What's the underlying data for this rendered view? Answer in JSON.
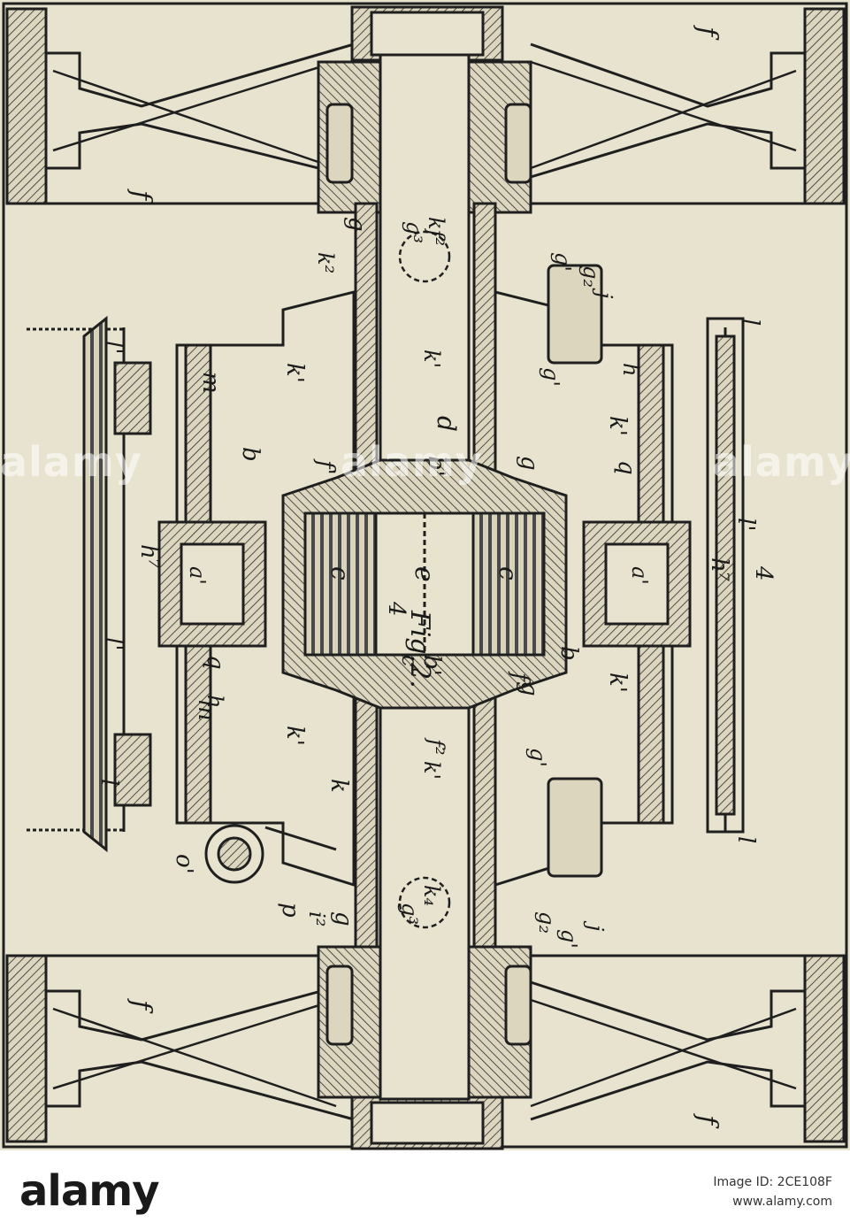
{
  "figure": {
    "caption": "Fig.2.",
    "section_mark_top": "4",
    "section_mark_bottom": "4",
    "labels": {
      "f": "f",
      "g": "g",
      "g1": "g'",
      "g2": "g₂",
      "g3": "g³",
      "k": "k",
      "k1": "k'",
      "k2": "k²",
      "kf2": "kf²",
      "k4": "k₄",
      "j": "j",
      "h": "h",
      "l": "l",
      "l1": "l'",
      "m": "m",
      "q": "q",
      "b": "b",
      "b1": "b'",
      "c": "c",
      "c1": "c'",
      "d": "d",
      "e": "e",
      "f1": "f'",
      "h7": "h⁷",
      "a1": "a'",
      "o1": "o'",
      "p": "p",
      "i2": "i²",
      "f2": "f²"
    }
  },
  "watermark": {
    "text": "alamy"
  },
  "footer": {
    "logo": "alamy",
    "image_id": "Image ID: 2CE108F",
    "url": "www.alamy.com"
  }
}
